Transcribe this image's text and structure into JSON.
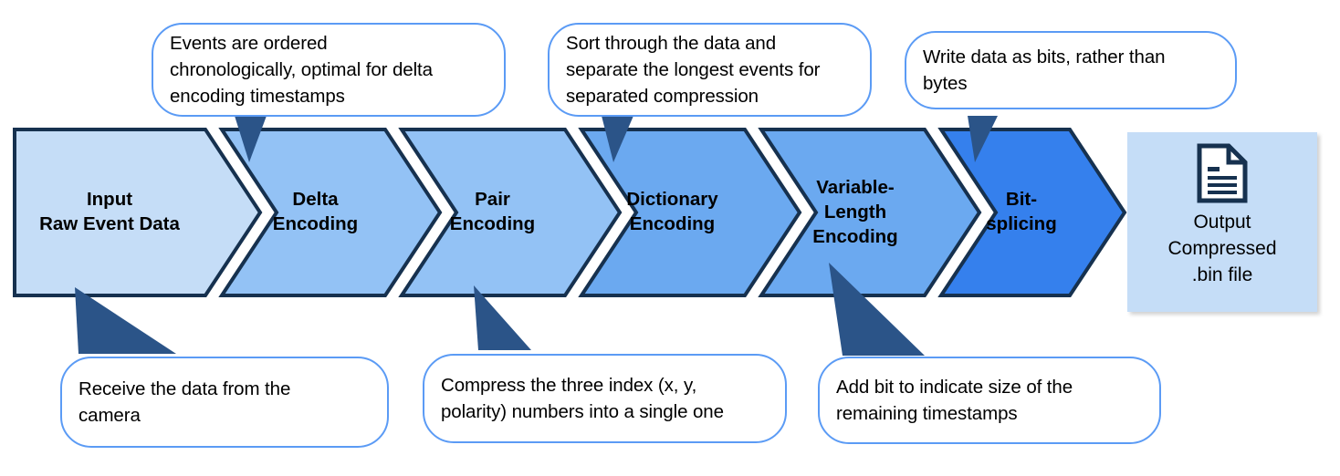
{
  "diagram": {
    "title": "Event data compression pipeline",
    "colors": {
      "outline": "#16314F",
      "tail": "#2B5488",
      "bubble_border": "#5B9BF5",
      "bubble_fill": "#FFFFFF",
      "output_fill": "#C5DDF7",
      "stage_fills": [
        "#C5DDF7",
        "#93C2F5",
        "#93C2F5",
        "#6BA9F0",
        "#6BA9F0",
        "#3580ED"
      ]
    },
    "stages": [
      {
        "name": "input-raw-event-data",
        "label": "Input\nRaw Event Data",
        "fill": "#C5DDF7"
      },
      {
        "name": "delta-encoding",
        "label": "Delta\nEncoding",
        "fill": "#93C2F5"
      },
      {
        "name": "pair-encoding",
        "label": "Pair\nEncoding",
        "fill": "#93C2F5"
      },
      {
        "name": "dictionary-encoding",
        "label": "Dictionary\nEncoding",
        "fill": "#6BA9F0"
      },
      {
        "name": "variable-length-encoding",
        "label": "Variable-\nLength\nEncoding",
        "fill": "#6BA9F0"
      },
      {
        "name": "bit-splicing",
        "label": "Bit-\nsplicing",
        "fill": "#3580ED"
      }
    ],
    "output": {
      "icon": "document-icon",
      "label": "Output\nCompressed\n.bin file"
    },
    "callouts": [
      {
        "name": "callout-delta-encoding",
        "text": "Events are ordered\nchronologically, optimal for delta\nencoding timestamps",
        "position": "top"
      },
      {
        "name": "callout-dictionary-encoding",
        "text": "Sort through the data and\nseparate the longest events for\nseparated compression",
        "position": "top"
      },
      {
        "name": "callout-bit-splicing",
        "text": "Write data as bits, rather than\nbytes",
        "position": "top"
      },
      {
        "name": "callout-input-raw-event-data",
        "text": "Receive the data from the\ncamera",
        "position": "bottom"
      },
      {
        "name": "callout-pair-encoding",
        "text": "Compress the three index (x, y,\npolarity) numbers into a single one",
        "position": "bottom"
      },
      {
        "name": "callout-variable-length-encoding",
        "text": "Add bit to indicate size of the\nremaining timestamps",
        "position": "bottom"
      }
    ]
  }
}
